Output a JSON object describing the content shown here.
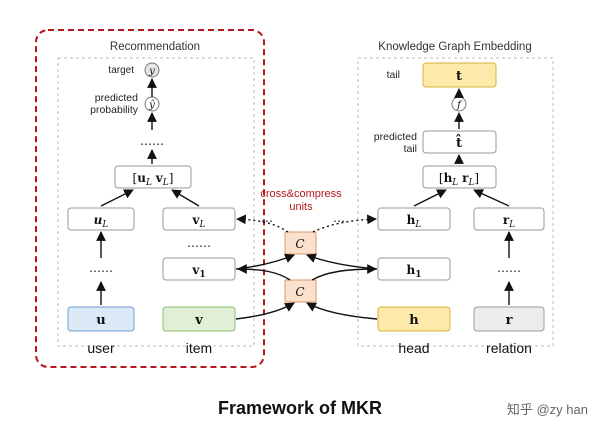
{
  "caption": "Framework of MKR",
  "watermark": "知乎 @zy han",
  "recommendation": {
    "title": "Recommendation",
    "target_label": "target",
    "target_symbol": "y",
    "predicted_label_line1": "predicted",
    "predicted_label_line2": "probability",
    "predicted_symbol": "ŷ",
    "dots_top": "……",
    "concat_box": "[u_L v_L]",
    "user_top": "u_L",
    "item_top": "v_L",
    "item_dots": "……",
    "user_dots": "……",
    "item_v1": "v_1",
    "user_input": "u",
    "item_input": "v",
    "user_caption": "user",
    "item_caption": "item"
  },
  "cross": {
    "label_line1": "cross&compress",
    "label_line2": "units",
    "unit_top": "C",
    "unit_bottom": "C",
    "dots_left": "…",
    "dots_right": "…"
  },
  "kge": {
    "title": "Knowledge Graph Embedding",
    "tail_label": "tail",
    "tail_box": "t",
    "score_symbol": "f",
    "predicted_tail_line1": "predicted",
    "predicted_tail_line2": "tail",
    "predicted_tail_box": "t̂",
    "concat_box": "[h_L r_L]",
    "head_top": "h_L",
    "relation_top": "r_L",
    "head_h1": "h_1",
    "relation_dots": "……",
    "head_input": "h",
    "relation_input": "r",
    "head_caption": "head",
    "relation_caption": "relation"
  },
  "colors": {
    "user_fill": "#dce9f7",
    "user_stroke": "#6f9fd6",
    "item_fill": "#e2efd7",
    "item_stroke": "#8fbf6a",
    "head_fill": "#fde9a9",
    "head_stroke": "#d9b23c",
    "relation_fill": "#ececec",
    "relation_stroke": "#9b9b9b",
    "cross_fill": "#fbe0cc",
    "cross_stroke": "#d99a6c",
    "tail_fill": "#fde9a9",
    "red_border": "#b3181e",
    "cross_label": "#b3181e"
  }
}
